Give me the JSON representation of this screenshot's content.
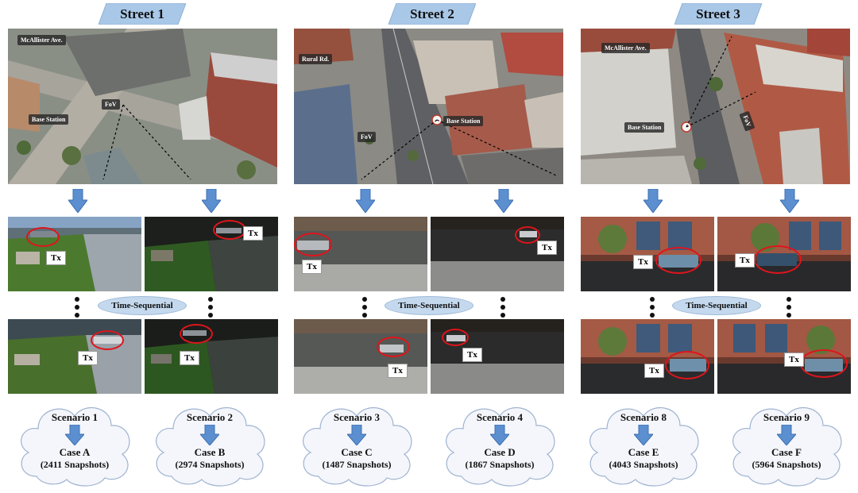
{
  "streets": [
    {
      "title": "Street 1",
      "map_labels": {
        "road": "McAllister Ave.",
        "fov": "FoV",
        "base": "Base Station"
      }
    },
    {
      "title": "Street 2",
      "map_labels": {
        "road": "Rural Rd.",
        "fov": "FoV",
        "base": "Base Station"
      }
    },
    {
      "title": "Street 3",
      "map_labels": {
        "road": "McAllister Ave.",
        "fov": "FoV",
        "base": "Base Station"
      }
    }
  ],
  "time_sequential_label": "Time-Sequential",
  "tx_label": "Tx",
  "scenarios": [
    {
      "scenario": "Scenario 1",
      "case": "Case A",
      "snapshots": "(2411 Snapshots)"
    },
    {
      "scenario": "Scenario 2",
      "case": "Case B",
      "snapshots": "(2974 Snapshots)"
    },
    {
      "scenario": "Scenario 3",
      "case": "Case C",
      "snapshots": "(1487 Snapshots)"
    },
    {
      "scenario": "Scenario 4",
      "case": "Case D",
      "snapshots": "(1867 Snapshots)"
    },
    {
      "scenario": "Scenario 8",
      "case": "Case E",
      "snapshots": "(4043 Snapshots)"
    },
    {
      "scenario": "Scenario 9",
      "case": "Case F",
      "snapshots": "(5964 Snapshots)"
    }
  ],
  "colors": {
    "banner_fill": "#a9c8e8",
    "arrow_fill": "#5b8fd0",
    "ring": "#e0141b",
    "pill_fill": "#c4d9ee",
    "cloud_fill": "#f4f6fb",
    "cloud_stroke": "#9fb3d1"
  }
}
